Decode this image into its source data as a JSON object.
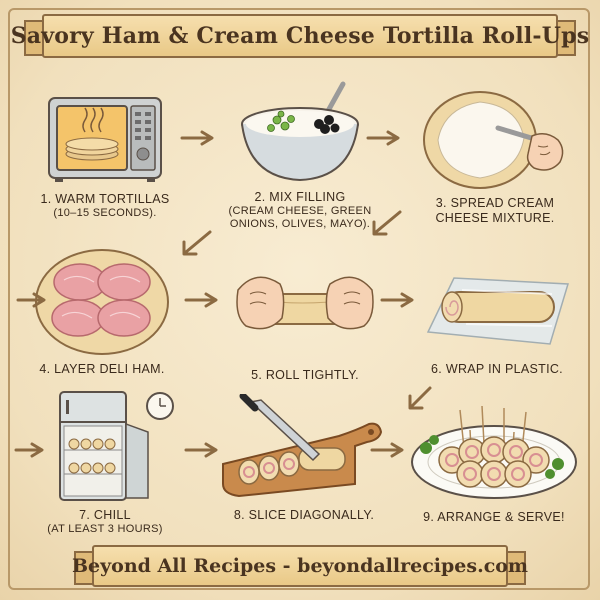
{
  "title": "Savory Ham & Cream Cheese Tortilla Roll-Ups",
  "footer": "Beyond All Recipes - beyondallrecipes.com",
  "steps": [
    {
      "caption": "1. WARM TORTILLAS",
      "detail": "(10–15 SECONDS).",
      "icon": "microwave-icon"
    },
    {
      "caption": "2. MIX FILLING",
      "detail": "(CREAM CHEESE, GREEN ONIONS, OLIVES, MAYO).",
      "icon": "mixing-bowl-icon"
    },
    {
      "caption": "3. SPREAD CREAM CHEESE MIXTURE.",
      "detail": "",
      "icon": "spread-tortilla-icon"
    },
    {
      "caption": "4. LAYER DELI HAM.",
      "detail": "",
      "icon": "ham-tortilla-icon"
    },
    {
      "caption": "5. ROLL TIGHTLY.",
      "detail": "",
      "icon": "rolling-hands-icon"
    },
    {
      "caption": "6. WRAP IN PLASTIC.",
      "detail": "",
      "icon": "plastic-wrap-icon"
    },
    {
      "caption": "7. CHILL",
      "detail": "(AT LEAST 3 HOURS)",
      "icon": "fridge-icon"
    },
    {
      "caption": "8. SLICE DIAGONALLY.",
      "detail": "",
      "icon": "cutting-board-icon"
    },
    {
      "caption": "9. ARRANGE & SERVE!",
      "detail": "",
      "icon": "serving-plate-icon"
    }
  ],
  "colors": {
    "paper": "#f3e4c4",
    "ink": "#3a2a1c",
    "banner": "#e9c987",
    "arrow": "#8b6a42"
  }
}
